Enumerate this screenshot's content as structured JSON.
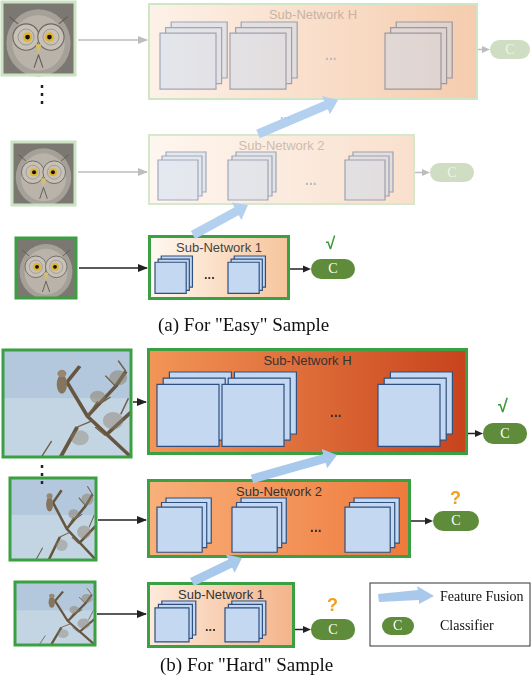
{
  "diagram": {
    "nodes": [
      {
        "text": [
          "Sub-Network H"
        ]
      },
      {
        "text": [
          "C"
        ]
      },
      {
        "text": [
          "Sub-Network 2"
        ]
      },
      {
        "text": [
          "C"
        ]
      },
      {
        "text": [
          "Sub-Network 1"
        ]
      },
      {
        "text": [
          "C"
        ]
      },
      {
        "text": [
          "Sub-Network H"
        ]
      },
      {
        "text": [
          "C"
        ]
      },
      {
        "text": [
          "Sub-Network 2"
        ]
      },
      {
        "text": [
          "C"
        ]
      },
      {
        "text": [
          "Sub-Network 1"
        ]
      },
      {
        "text": [
          "C"
        ]
      }
    ],
    "edges": [
      {
        "from": 0,
        "to": 1,
        "arrow": "to"
      },
      {
        "from": 2,
        "to": 3,
        "arrow": "to"
      },
      {
        "from": 4,
        "to": 5,
        "arrow": "to"
      },
      {
        "from": 4,
        "to": 2,
        "arrow": "to"
      },
      {
        "from": 2,
        "to": 0,
        "arrow": "to"
      },
      {
        "from": 6,
        "to": 7,
        "arrow": "to"
      },
      {
        "from": 8,
        "to": 9,
        "arrow": "to"
      },
      {
        "from": 10,
        "to": 11,
        "arrow": "to"
      },
      {
        "from": 10,
        "to": 8,
        "arrow": "to"
      },
      {
        "from": 8,
        "to": 6,
        "arrow": "to"
      }
    ],
    "labels": [
      "⋮",
      "...",
      "...",
      "...",
      "√",
      "...",
      "(a) For \"Easy\" Sample",
      "⋮",
      "...",
      "√",
      "...",
      "...",
      "?",
      "...",
      "?",
      "C",
      "(b) For \"Hard\" Sample"
    ],
    "legend": [
      {
        "text": "Feature Fusion"
      },
      {
        "text": "Classifier"
      }
    ]
  }
}
